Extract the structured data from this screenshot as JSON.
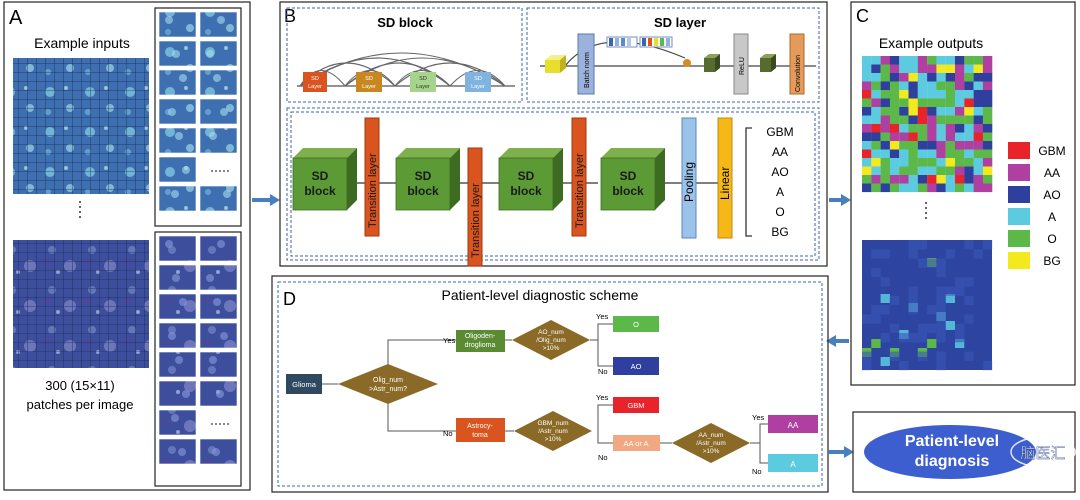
{
  "panels": {
    "a": {
      "letter": "A",
      "title": "Example inputs",
      "caption_line1": "300 (15×11)",
      "caption_line2": "patches per image"
    },
    "b": {
      "letter": "B",
      "sd_block_title": "SD block",
      "sd_layer_title": "SD layer",
      "sd_layer_label": "SD\nLayer",
      "batch_norm": "Batch norm",
      "relu": "ReLU",
      "convolution": "Convolution",
      "sd_block_label": "SD\nblock",
      "transition_layer": "Transition layer",
      "pooling": "Pooling",
      "linear": "Linear",
      "classes": [
        "GBM",
        "AA",
        "AO",
        "A",
        "O",
        "BG"
      ]
    },
    "c": {
      "letter": "C",
      "title": "Example outputs",
      "legend": [
        {
          "label": "GBM",
          "color": "#e8232a"
        },
        {
          "label": "AA",
          "color": "#b03fa2"
        },
        {
          "label": "AO",
          "color": "#2e3f9e"
        },
        {
          "label": "A",
          "color": "#5ccbe0"
        },
        {
          "label": "O",
          "color": "#5db84a"
        },
        {
          "label": "BG",
          "color": "#f2e91f"
        }
      ]
    },
    "d": {
      "letter": "D",
      "title": "Patient-level diagnostic scheme",
      "glioma": "Glioma",
      "q1": "Olig_num\n>Astr_num?",
      "yes": "Yes",
      "no": "No",
      "oligo": "Oligoden-\ndroglioma",
      "astro": "Astrocy-\ntoma",
      "q2": "AO_num\n/Olig_num\n>10%",
      "q3": "GBM_num\n/Astr_num\n>10%",
      "q4": "AA_num\n/Astr_num\n>10%",
      "out_o": "O",
      "out_ao": "AO",
      "out_gbm": "GBM",
      "out_aa_or_a": "AA or A",
      "out_aa": "AA",
      "out_a": "A"
    },
    "result": {
      "line1": "Patient-level",
      "line2": "diagnosis"
    }
  },
  "watermark": "脑医汇"
}
